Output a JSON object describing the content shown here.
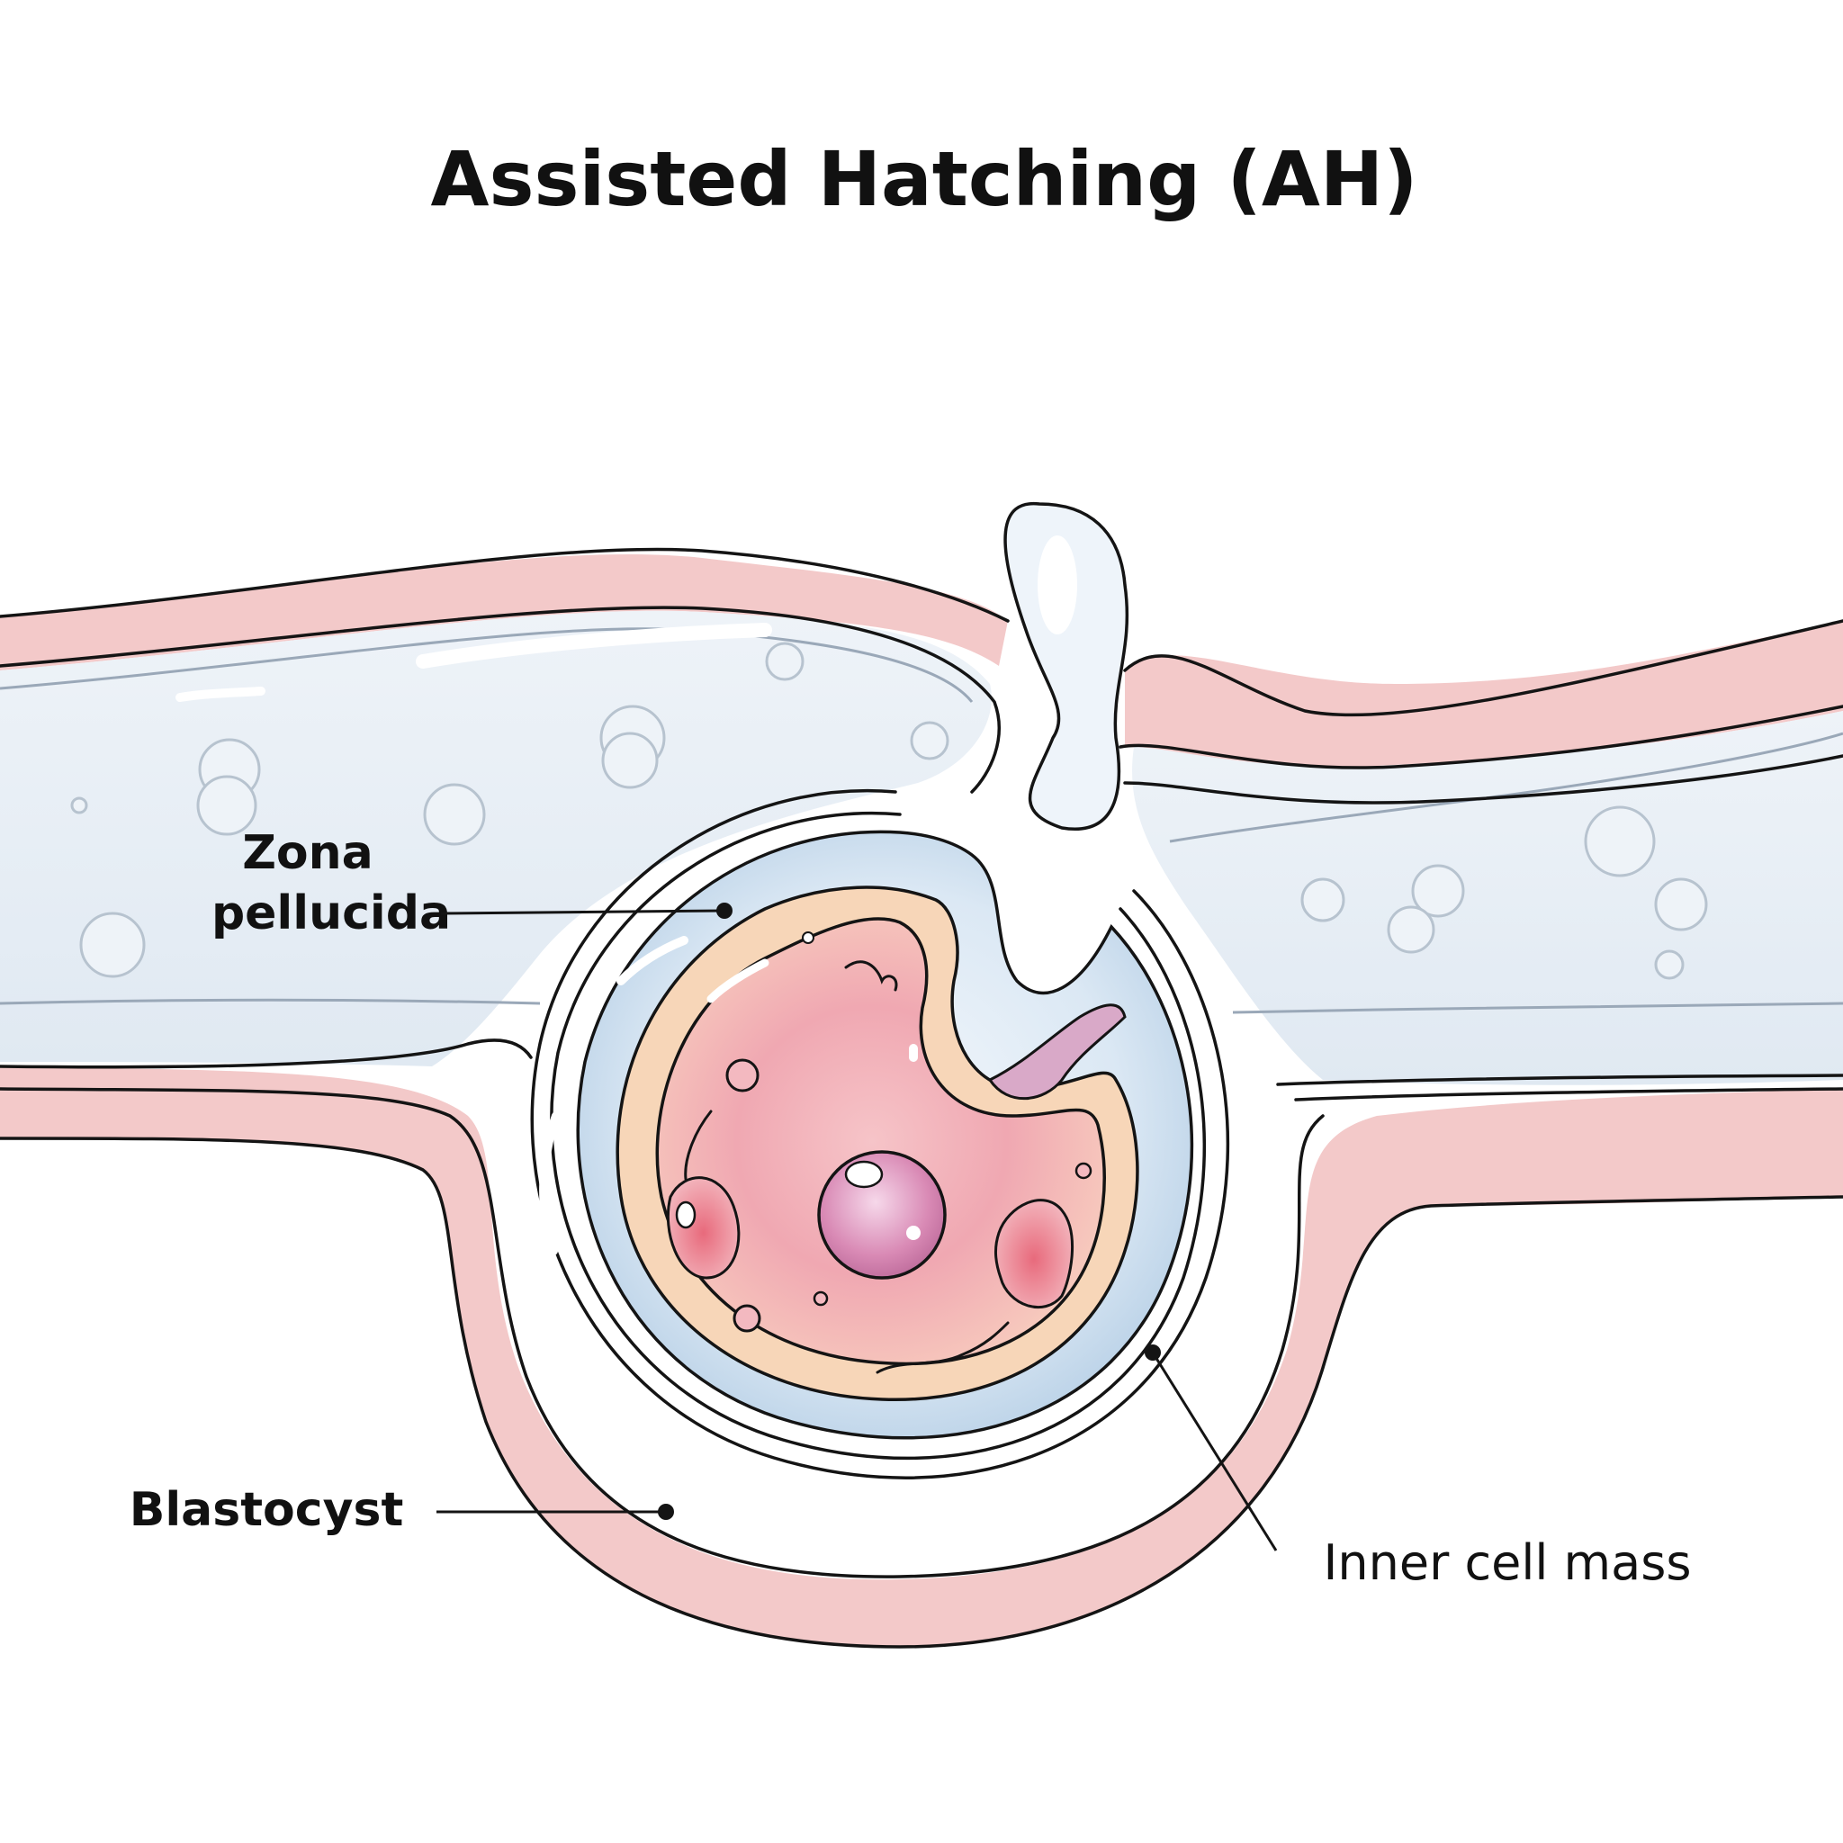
{
  "title": "Assisted Hatching (AH)",
  "labels": {
    "zona_line1": "Zona",
    "zona_line2": "pellucida",
    "blastocyst": "Blastocyst",
    "inner_cell_mass": "Inner cell mass"
  },
  "colors": {
    "tube_wall": "#f3c9c9",
    "lumen": "#e7eef5",
    "zona": "#d9e7f3",
    "trophoblast": "#f7d6b8",
    "cell_mass": "#ee9aa6",
    "nucleus": "#d98ab5",
    "outline": "#141414"
  }
}
